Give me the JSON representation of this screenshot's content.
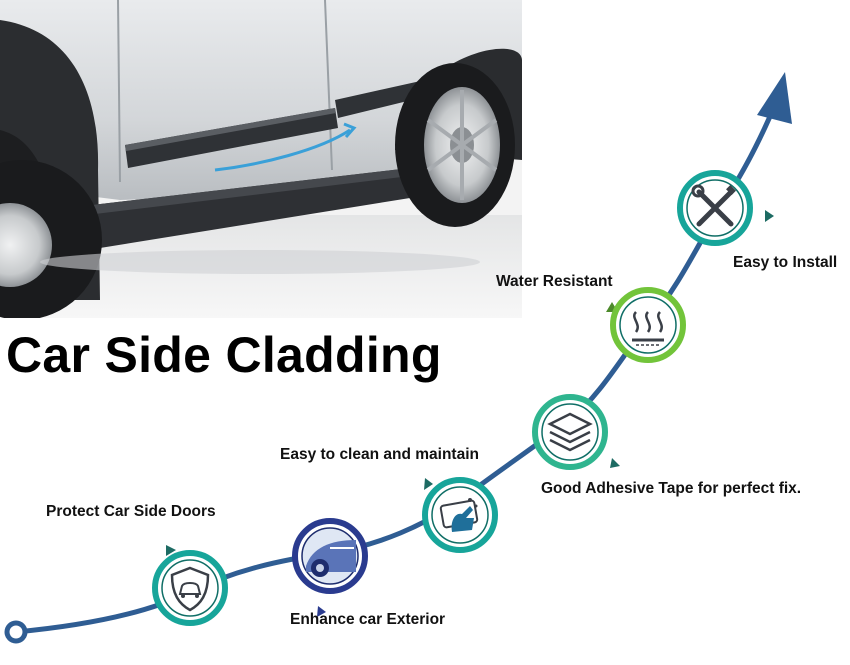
{
  "title": "Car Side Cladding",
  "features": {
    "install": "Easy to Install",
    "water": "Water Resistant",
    "clean": "Easy to clean and maintain",
    "adhesive": "Good Adhesive Tape for perfect fix.",
    "protect": "Protect Car Side Doors",
    "exterior": "Enhance car Exterior"
  },
  "colors": {
    "curve": "#2f5d93",
    "teal": "#17a59a",
    "green": "#72c43a",
    "navy": "#2a3b8f",
    "icon": "#3a3f47"
  },
  "icons": {
    "install": "wrench-screwdriver-icon",
    "water": "water-resistant-icon",
    "adhesive": "adhesive-tape-layers-icon",
    "clean": "cleaning-hand-icon",
    "exterior": "car-side-icon",
    "protect": "car-shield-icon"
  }
}
